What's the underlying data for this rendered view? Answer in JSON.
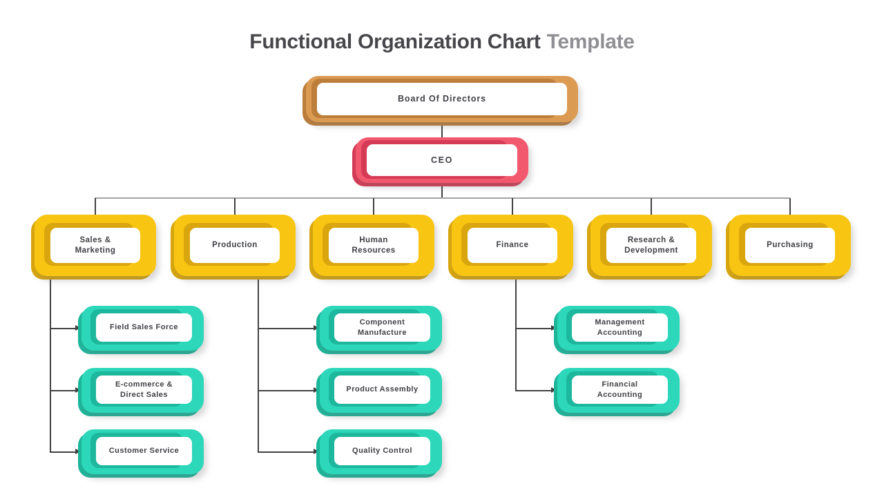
{
  "title": {
    "main": "Functional Organization Chart",
    "accent": "Template"
  },
  "palette": {
    "board_fill": "#dc9b52",
    "board_shade": "#bd7e3b",
    "ceo_fill": "#f2596f",
    "ceo_shade": "#d63b55",
    "department_fill": "#f8c513",
    "department_shade": "#d9a60e",
    "sub_department_fill": "#2cd7ba",
    "sub_department_shade": "#1cb79c",
    "connector_line": "#414141",
    "bus_line": "#a3a3a3",
    "label_text": "#3e3f44",
    "title_text": "#47474b",
    "title_accent_text": "#909094"
  },
  "org": {
    "board": {
      "label": "Board Of Directors"
    },
    "ceo": {
      "label": "CEO"
    },
    "departments": [
      {
        "label": "Sales &\nMarketing"
      },
      {
        "label": "Production"
      },
      {
        "label": "Human\nResources"
      },
      {
        "label": "Finance"
      },
      {
        "label": "Research &\nDevelopment"
      },
      {
        "label": "Purchasing"
      }
    ],
    "sub_departments": {
      "sales_marketing": [
        {
          "label": "Field Sales Force"
        },
        {
          "label": "E-commerce &\nDirect Sales"
        },
        {
          "label": "Customer Service"
        }
      ],
      "production": [
        {
          "label": "Component\nManufacture"
        },
        {
          "label": "Product Assembly"
        },
        {
          "label": "Quality Control"
        }
      ],
      "finance": [
        {
          "label": "Management\nAccounting"
        },
        {
          "label": "Financial\nAccounting"
        }
      ]
    }
  }
}
